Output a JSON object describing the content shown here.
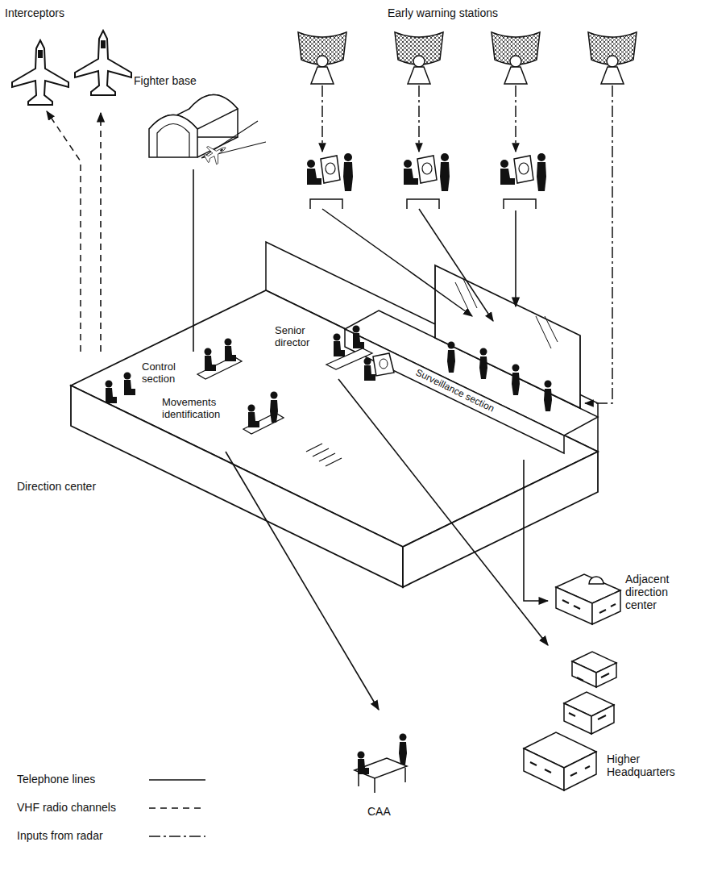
{
  "diagram": {
    "nodes": [
      {
        "text": [
          "Interceptors"
        ]
      },
      {
        "text": [
          "Early warning stations"
        ]
      },
      {
        "text": [
          "Fighter base"
        ]
      },
      {
        "text": [
          "Direction center"
        ]
      },
      {
        "text": [
          "Surveillance section"
        ],
        "in": 3
      },
      {
        "text": [
          "Senior director"
        ],
        "in": 3
      },
      {
        "text": [
          "Control section"
        ],
        "in": 3
      },
      {
        "text": [
          "Movements identification"
        ],
        "in": 3
      },
      {
        "text": [
          "Adjacent direction center"
        ]
      },
      {
        "text": [
          "Higher Headquarters"
        ]
      },
      {
        "text": [
          "CAA"
        ]
      }
    ],
    "edges": [
      {
        "from": 1,
        "to": 4,
        "arrow": "to"
      },
      {
        "from": 6,
        "to": 0,
        "arrow": "to"
      },
      {
        "from": 2,
        "to": 6,
        "arrow": "none"
      },
      {
        "from": 7,
        "to": 10,
        "arrow": "to"
      },
      {
        "from": 5,
        "to": 9,
        "arrow": "to"
      },
      {
        "from": 4,
        "to": 8,
        "arrow": "to"
      }
    ],
    "legend": [
      {
        "text": "Telephone lines"
      },
      {
        "text": "VHF radio channels"
      },
      {
        "text": "Inputs from radar"
      }
    ]
  }
}
